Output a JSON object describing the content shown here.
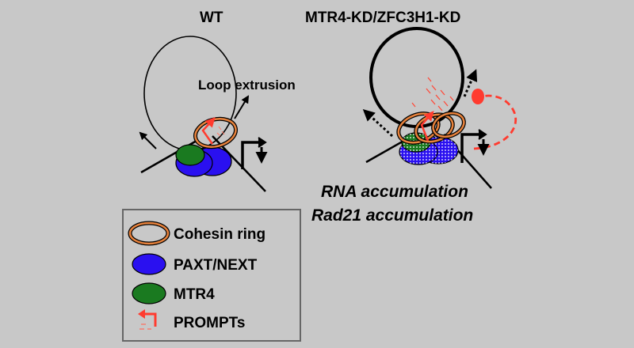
{
  "panels": {
    "wt": {
      "title": "WT",
      "annotation": "Loop extrusion"
    },
    "kd": {
      "title": "MTR4-KD/ZFC3H1-KD",
      "annotations": [
        "RNA accumulation",
        "Rad21 accumulation"
      ]
    }
  },
  "legend": {
    "items": [
      {
        "label": "Cohesin ring",
        "symbol": "cohesin-ring",
        "color": "#e8823c"
      },
      {
        "label": "PAXT/NEXT",
        "symbol": "paxt-next-ellipse",
        "color": "#2a10f0"
      },
      {
        "label": "MTR4",
        "symbol": "mtr4-ellipse",
        "color": "#1a7a20"
      },
      {
        "label": "PROMPTs",
        "symbol": "prompt-arrow",
        "color": "#ff3b2f"
      }
    ]
  },
  "colors": {
    "background": "#c8c8c8",
    "cohesin": "#e8823c",
    "paxt_next": "#2a10f0",
    "mtr4": "#1a7a20",
    "prompts": "#ff3b2f"
  }
}
